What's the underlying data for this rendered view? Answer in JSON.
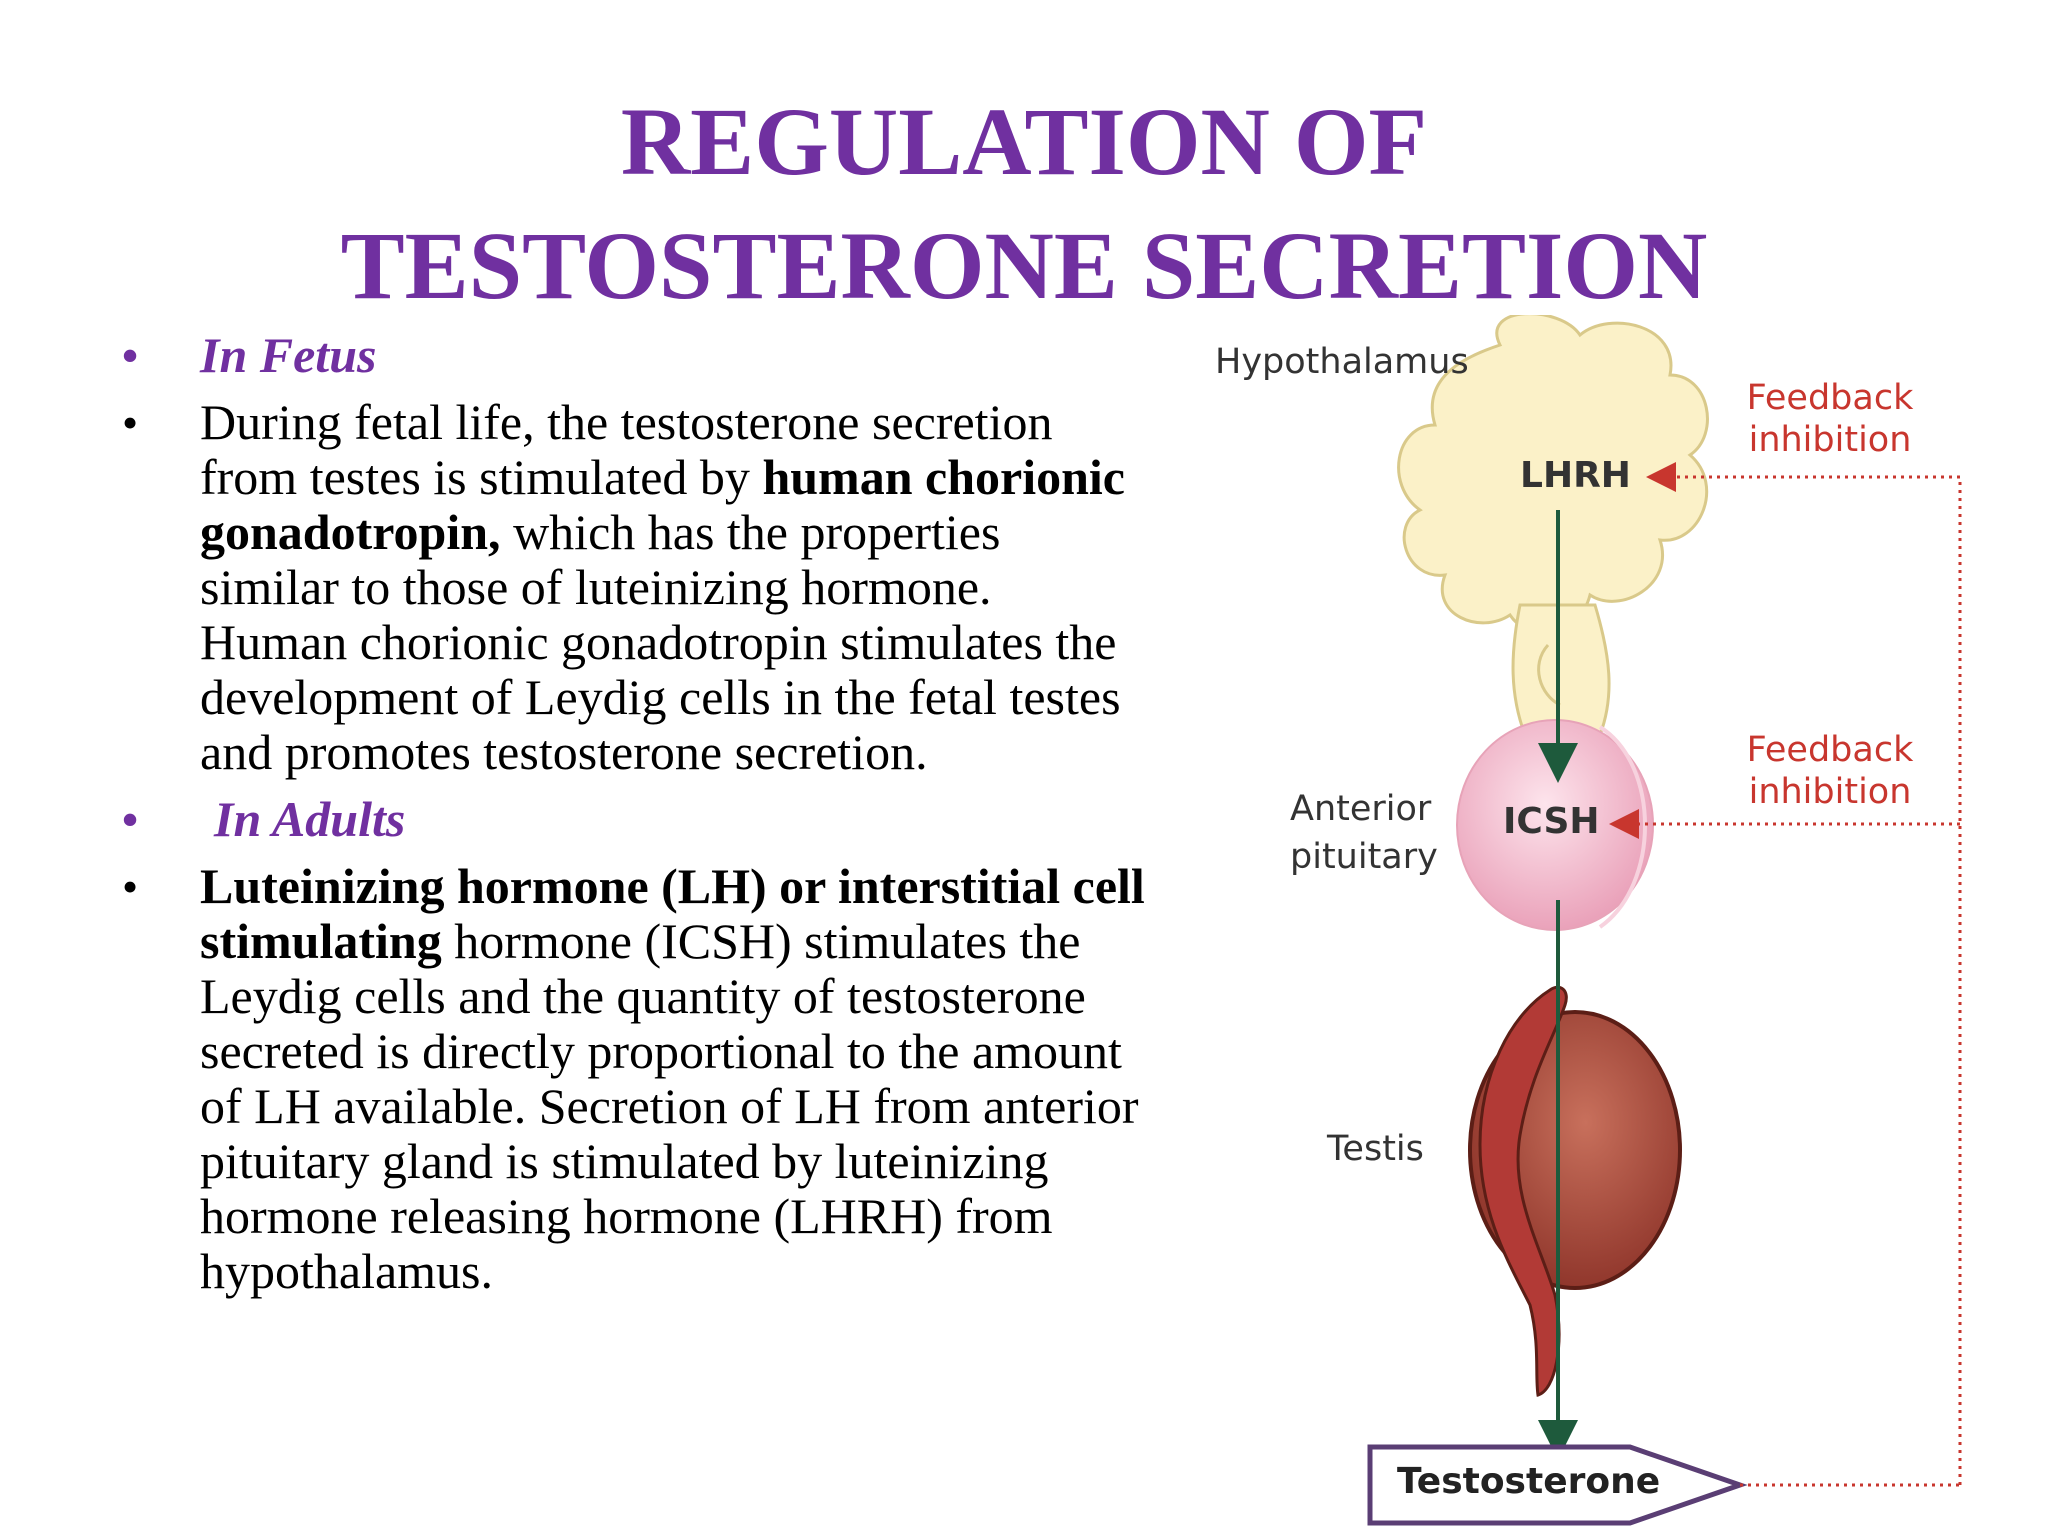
{
  "title": {
    "line1": "REGULATION OF",
    "line2": "TESTOSTERONE SECRETION"
  },
  "bullets": {
    "dot": "•",
    "fetus_heading": "In Fetus",
    "fetus_text_1": "During fetal life, the testosterone secretion from testes is stimulated by ",
    "fetus_text_bold": "human chorionic gonadotropin,",
    "fetus_text_2": " which has the properties similar to those of luteinizing hormone. Human chorionic gonadotropin stimulates the development of  Leydig cells in the fetal testes and promotes testosterone secretion.",
    "adults_heading": "In Adults",
    "adults_text_bold": "Luteinizing hormone (LH) or interstitial cell stimulating",
    "adults_text_2": " hormone (ICSH) stimulates the Leydig cells and the quantity of testosterone secreted is directly proportional to the amount of LH available. Secretion of LH from anterior pituitary gland is stimulated by luteinizing hormone releasing hormone (LHRH) from hypothalamus."
  },
  "diagram": {
    "hypothalamus_label": "Hypothalamus",
    "lhrh": "LHRH",
    "anterior_label_1": "Anterior",
    "anterior_label_2": "pituitary",
    "icsh": "ICSH",
    "testis_label": "Testis",
    "testosterone": "Testosterone",
    "feedback_top_1": "Feedback",
    "feedback_top_2": "inhibition",
    "feedback_mid_1": "Feedback",
    "feedback_mid_2": "inhibition",
    "colors": {
      "title": "#7030a0",
      "arrow_green": "#1e5a3c",
      "feedback_red": "#c8362e",
      "hypothalamus_fill": "#fbf1c8",
      "pituitary_fill": "#f3b7c9",
      "testis_fill": "#a8473b"
    }
  }
}
